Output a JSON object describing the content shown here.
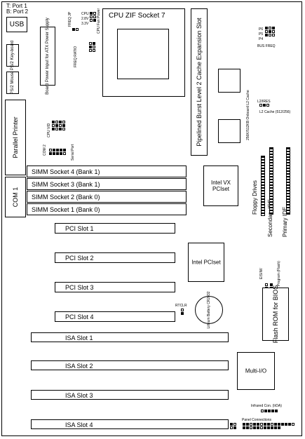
{
  "ports": {
    "top": "T: Port 1",
    "bottom": "B: Port 2",
    "usb": "USB"
  },
  "ps2": {
    "keyboard": "PS/2 Key-board",
    "mouse": "PS/2 Mouse"
  },
  "power_input": "Board Power Input for ATX Power Supply",
  "jumpers": {
    "freq_jp": "FREQ JP",
    "freq_ratio": "FREQ RATIO",
    "cpu_voltage": [
      "CPU VID",
      "2.8V",
      "3.3V"
    ],
    "cpu_fan_power": "CPU Fan Power",
    "cpu_vid": "CPU VID",
    "bus_freq": [
      "P6",
      "P5",
      "P4"
    ],
    "bus_freq_label": "BUS FREQ",
    "l2_jumper": "L2/IRES",
    "l2_cache": "L2 Cache (512/256)",
    "rtclr": "RTCLR",
    "eis_iw": "EIS/IW",
    "boot_program": "Boot Program (Flash)",
    "infrared": "Infrared Con. (IrDA)",
    "panel": "Panel Connections"
  },
  "cpu_socket": "CPU ZIF Socket 7",
  "cache_slot": "Pipelined Burst Level 2 Cache Expansion Slot",
  "onboard_cache": "256K/512KB Onboard L2 Cache",
  "parallel": "Parallel Printer",
  "serial": {
    "com2": "COM 2",
    "serial_port": "Serial Port",
    "com1": "COM 1"
  },
  "simm": [
    "SIMM Socket 4  (Bank 1)",
    "SIMM Socket 3  (Bank 1)",
    "SIMM Socket 2  (Bank 0)",
    "SIMM Socket 1  (Bank 0)"
  ],
  "chips": {
    "intel_vx": "Intel VX PCIset",
    "intel_pciset": "Intel PCIset",
    "flash": "Flash ROM for BIOS",
    "multi_io": "Multi-I/O",
    "battery": "Lithium Battery CR2032"
  },
  "drives": {
    "floppy": "Floppy Drives",
    "secondary": "Secondary IDE",
    "primary": "Primary IDE"
  },
  "pci": [
    "PCI Slot 1",
    "PCI Slot 2",
    "PCI Slot 3",
    "PCI Slot 4"
  ],
  "isa": [
    "ISA Slot 1",
    "ISA Slot 2",
    "ISA Slot 3",
    "ISA Slot 4"
  ]
}
